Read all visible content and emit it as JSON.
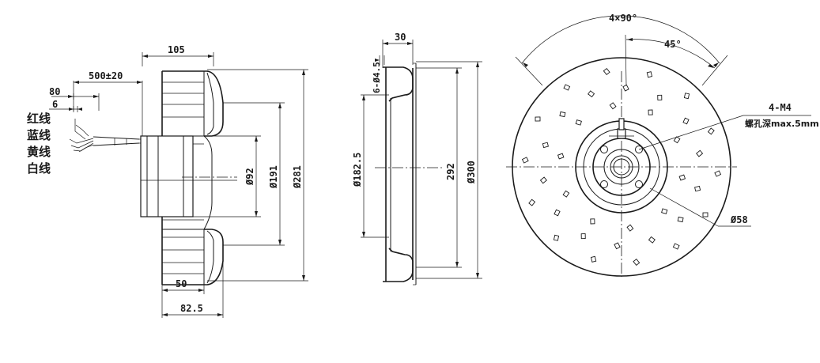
{
  "side_view": {
    "wires": [
      "红线",
      "蓝线",
      "黄线",
      "白线"
    ],
    "dim_width": "105",
    "dim_lead": "500±20",
    "dim_strip": "80",
    "dim_tin": "6",
    "dim_motor_dia": "Ø92",
    "dim_inlet_dia": "Ø191",
    "dim_outer_dia": "Ø281",
    "dim_hub_depth": "50",
    "dim_blade_depth": "82.5"
  },
  "section_view": {
    "dim_depth": "30",
    "dim_holes": "6-Ø4.5",
    "dim_inner_dia": "Ø182.5",
    "dim_blade_dia": "292",
    "dim_max_dia": "Ø300"
  },
  "front_view": {
    "dim_pattern": "4×90°",
    "dim_angle": "45°",
    "dim_thread": "4-M4",
    "dim_thread_note": "螺孔深max.5mm",
    "dim_hub_dia": "Ø58"
  }
}
